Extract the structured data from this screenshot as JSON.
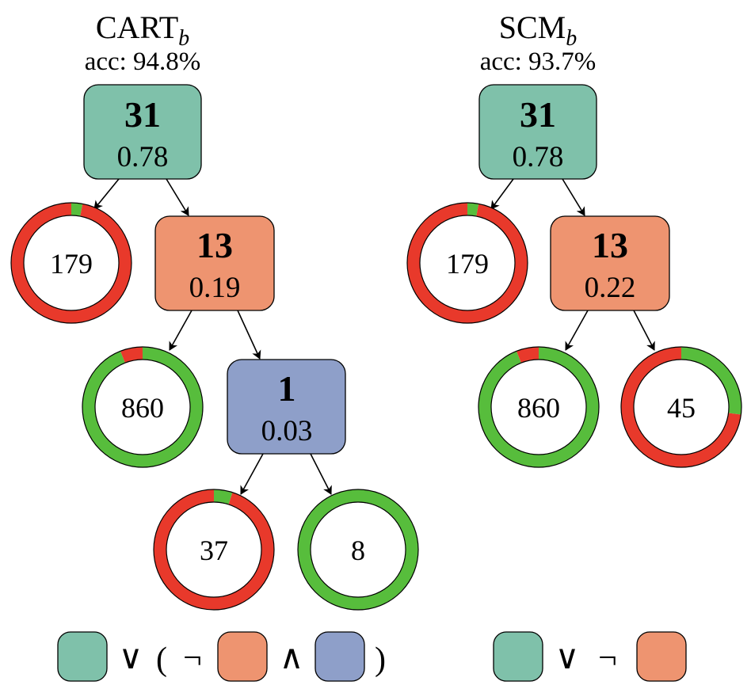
{
  "colors": {
    "teal": "#7fc1aa",
    "orange": "#ee9470",
    "blue": "#8e9fc9",
    "red": "#e8392b",
    "green": "#57bd3c"
  },
  "trees": [
    {
      "name": "CART",
      "name_sub": "b",
      "accuracy": "acc: 94.8%",
      "formula": [
        "box:teal",
        "∨",
        "(",
        "¬",
        "box:orange",
        "∧",
        "box:blue",
        ")"
      ],
      "nodes": [
        {
          "id": "c-n1",
          "feature": "31",
          "value": "0.78",
          "color": "teal"
        },
        {
          "id": "c-n2",
          "feature": "13",
          "value": "0.19",
          "color": "orange"
        },
        {
          "id": "c-n3",
          "feature": "1",
          "value": "0.03",
          "color": "blue"
        }
      ],
      "leaves": [
        {
          "id": "c-l1",
          "count": "179",
          "green_fraction": 0.03
        },
        {
          "id": "c-l2",
          "count": "860",
          "green_fraction": 0.94
        },
        {
          "id": "c-l3",
          "count": "37",
          "green_fraction": 0.05
        },
        {
          "id": "c-l4",
          "count": "8",
          "green_fraction": 1.0
        }
      ]
    },
    {
      "name": "SCM",
      "name_sub": "b",
      "accuracy": "acc: 93.7%",
      "formula": [
        "box:teal",
        "∨",
        "¬",
        "box:orange"
      ],
      "nodes": [
        {
          "id": "s-n1",
          "feature": "31",
          "value": "0.78",
          "color": "teal"
        },
        {
          "id": "s-n2",
          "feature": "13",
          "value": "0.22",
          "color": "orange"
        }
      ],
      "leaves": [
        {
          "id": "s-l1",
          "count": "179",
          "green_fraction": 0.03
        },
        {
          "id": "s-l2",
          "count": "860",
          "green_fraction": 0.94
        },
        {
          "id": "s-l3",
          "count": "45",
          "green_fraction": 0.27
        }
      ]
    }
  ]
}
